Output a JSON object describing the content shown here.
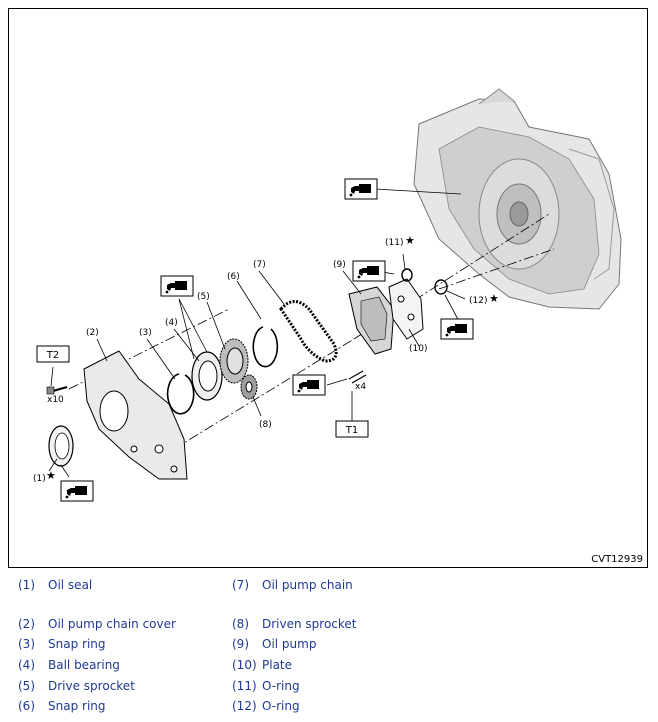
{
  "figure_code": "CVT12939",
  "labels": {
    "p1": "(1)",
    "p2": "(2)",
    "p3": "(3)",
    "p4": "(4)",
    "p5": "(5)",
    "p6": "(6)",
    "p7": "(7)",
    "p8": "(8)",
    "p9": "(9)",
    "p10": "(10)",
    "p11": "(11)",
    "p12": "(12)",
    "star": "★",
    "t1": "T1",
    "t2": "T2",
    "x10": "x10",
    "x4": "x4"
  },
  "legend": [
    {
      "num": "(1)",
      "name": "Oil seal"
    },
    {
      "num": "(2)",
      "name": "Oil pump chain cover"
    },
    {
      "num": "(3)",
      "name": "Snap ring"
    },
    {
      "num": "(4)",
      "name": "Ball bearing"
    },
    {
      "num": "(5)",
      "name": "Drive sprocket"
    },
    {
      "num": "(6)",
      "name": "Snap ring"
    },
    {
      "num": "(7)",
      "name": "Oil pump chain"
    },
    {
      "num": "(8)",
      "name": "Driven sprocket"
    },
    {
      "num": "(9)",
      "name": "Oil pump"
    },
    {
      "num": "(10)",
      "name": "Plate"
    },
    {
      "num": "(11)",
      "name": "O-ring"
    },
    {
      "num": "(12)",
      "name": "O-ring"
    }
  ],
  "icons": [
    "oil-can-icon",
    "grease-gun-icon"
  ],
  "colors": {
    "legend_text": "#1f3a93",
    "frame": "#000000"
  }
}
